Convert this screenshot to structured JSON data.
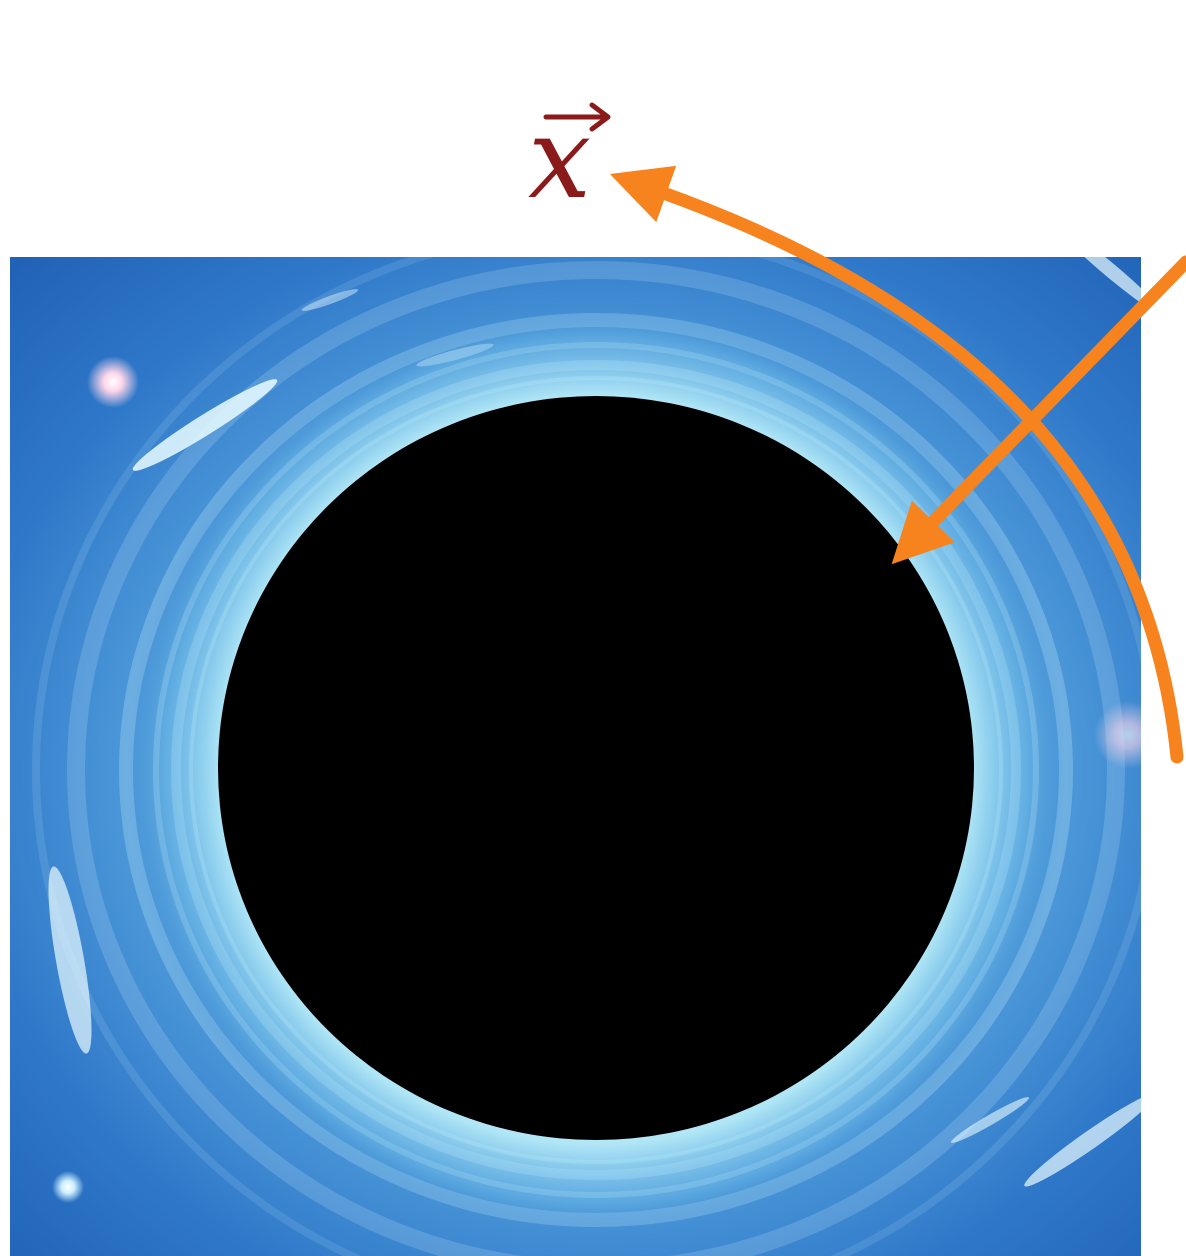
{
  "label": {
    "symbol": "x",
    "accent": "vector-arrow",
    "color": "#8b1a1a"
  },
  "colors": {
    "background": "#ffffff",
    "sky_deep": "#1f5fb4",
    "sky_glow": "#8fd6f0",
    "ring_highlight": "#e6fbff",
    "horizon": "#000000",
    "annotation_arrow": "#f7831f"
  },
  "image": {
    "subject": "black-hole-picture"
  },
  "annotations": [
    {
      "name": "curved-arrow-to-x",
      "kind": "curved arrow"
    },
    {
      "name": "straight-arrow-to-horizon",
      "kind": "straight arrow"
    }
  ]
}
